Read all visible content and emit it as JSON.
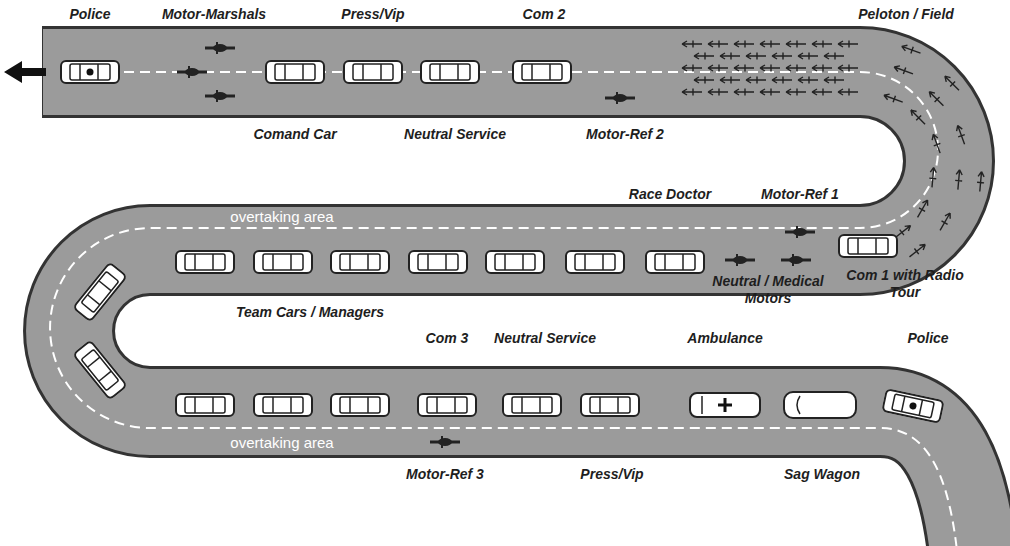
{
  "diagram": {
    "labels": [
      "Police",
      "Motor-Marshals",
      "Press/Vip",
      "Com 2",
      "Peloton / Field",
      "Comand Car",
      "Neutral Service",
      "Motor-Ref 2",
      "Race Doctor",
      "Motor-Ref 1",
      "overtaking area",
      "Team Cars / Managers",
      "Neutral / Medical Motors",
      "Com 1 with Radio Tour",
      "Com 3",
      "Neutral Service",
      "Ambulance",
      "Police",
      "overtaking area",
      "Motor-Ref 3",
      "Press/Vip",
      "Sag Wagon"
    ]
  }
}
